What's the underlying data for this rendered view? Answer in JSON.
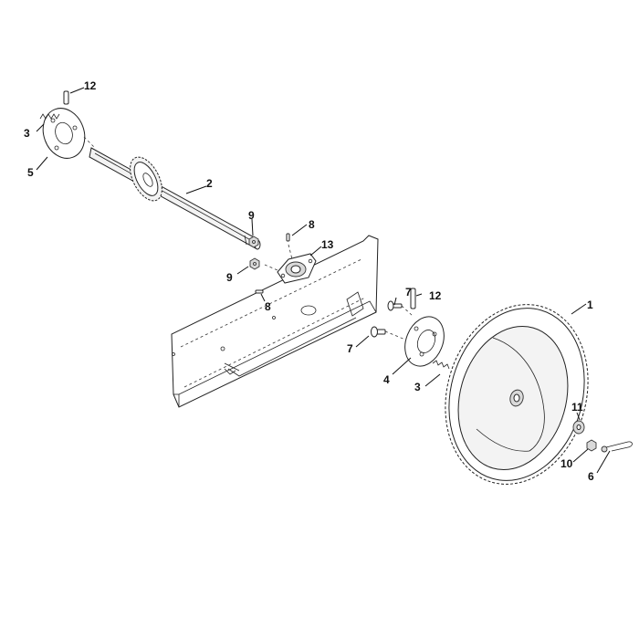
{
  "callouts": {
    "c1": "1",
    "c2": "2",
    "c3a": "3",
    "c3b": "3",
    "c4": "4",
    "c5": "5",
    "c6": "6",
    "c7a": "7",
    "c7b": "7",
    "c8a": "8",
    "c8b": "8",
    "c9a": "9",
    "c9b": "9",
    "c10": "10",
    "c11": "11",
    "c12a": "12",
    "c12b": "12",
    "c13": "13"
  }
}
